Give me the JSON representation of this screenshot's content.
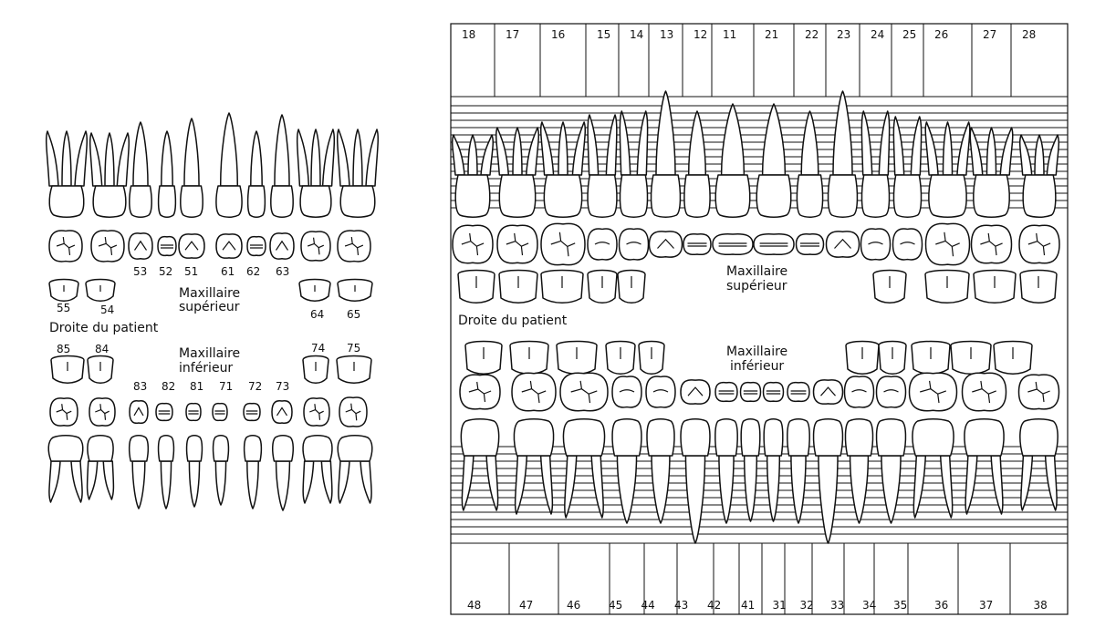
{
  "left_chart": {
    "upper_label_line1": "Maxillaire",
    "upper_label_line2": "supérieur",
    "lower_label_line1": "Maxillaire",
    "lower_label_line2": "inférieur",
    "side_label": "Droite du patient",
    "upper_anterior_numbers": [
      "53",
      "52",
      "51",
      "61",
      "62",
      "63"
    ],
    "upper_molar_numbers": [
      "55",
      "54",
      "64",
      "65"
    ],
    "lower_molar_numbers": [
      "85",
      "84",
      "74",
      "75"
    ],
    "lower_anterior_numbers": [
      "83",
      "82",
      "81",
      "71",
      "72",
      "73"
    ]
  },
  "right_chart": {
    "upper_numbers": [
      "18",
      "17",
      "16",
      "15",
      "14",
      "13",
      "12",
      "11",
      "21",
      "22",
      "23",
      "24",
      "25",
      "26",
      "27",
      "28"
    ],
    "lower_numbers": [
      "48",
      "47",
      "46",
      "45",
      "44",
      "43",
      "42",
      "41",
      "31",
      "32",
      "33",
      "34",
      "35",
      "36",
      "37",
      "38"
    ],
    "upper_label_line1": "Maxillaire",
    "upper_label_line2": "supérieur",
    "lower_label_line1": "Maxillaire",
    "lower_label_line2": "inférieur",
    "side_label": "Droite du patient"
  }
}
